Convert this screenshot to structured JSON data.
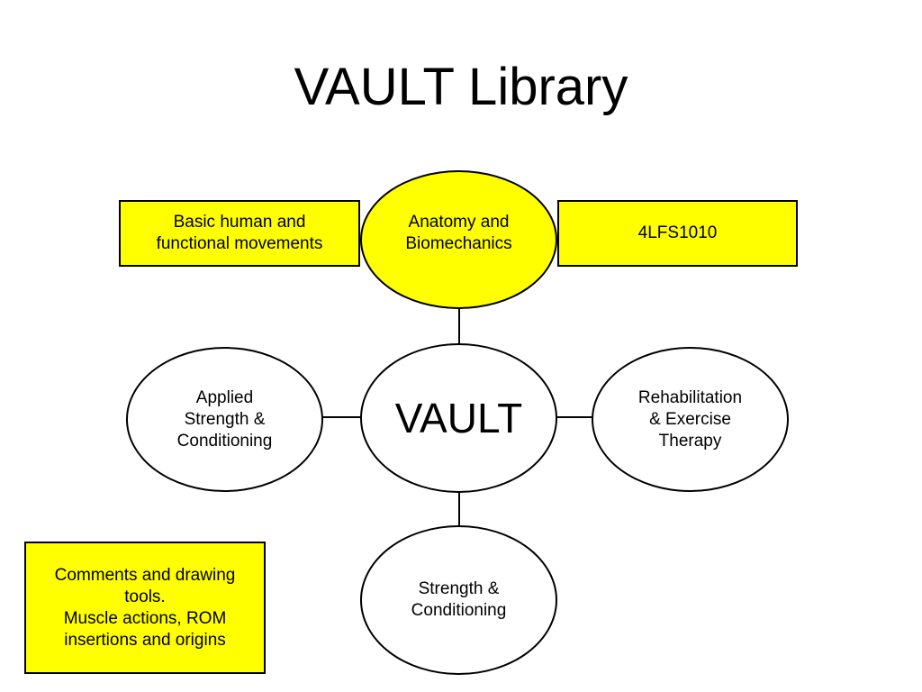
{
  "title": "VAULT Library",
  "colors": {
    "highlight": "#ffff00",
    "stroke": "#000000",
    "background": "#ffffff"
  },
  "nodes": {
    "center": "VAULT",
    "top": "Anatomy and\nBiomechanics",
    "left": "Applied\nStrength &\nConditioning",
    "right": "Rehabilitation\n& Exercise\nTherapy",
    "bottom": "Strength &\nConditioning"
  },
  "boxes": {
    "basic_movements": "Basic human and\nfunctional movements",
    "course_code": "4LFS1010",
    "tools_line1": "Comments and drawing\ntools.",
    "tools_line2": "Muscle actions, ROM\ninsertions and origins"
  }
}
